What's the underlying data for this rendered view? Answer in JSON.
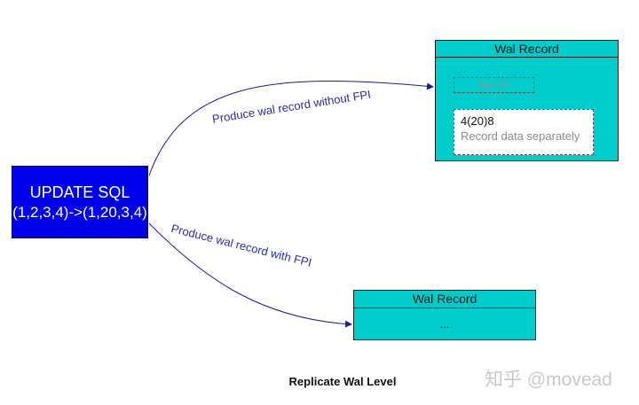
{
  "source": {
    "title": "UPDATE SQL",
    "change": "(1,2,3,4)->(1,20,3,4)"
  },
  "arrows": {
    "without_fpi_label": "Produce wal record without FPI",
    "with_fpi_label": "Produce wal record with FPI"
  },
  "wal_record_top": {
    "title": "Wal Record",
    "no_fpi_label": "No FPI",
    "record_value": "4(20)8",
    "record_note": "Record data separately"
  },
  "wal_record_bottom": {
    "title": "Wal Record",
    "body": "..."
  },
  "caption": "Replicate Wal Level",
  "watermark": "知乎 @movead",
  "colors": {
    "source_fill": "#0000ee",
    "wal_fill": "#00cccc",
    "arrow": "#1a1aa6"
  }
}
